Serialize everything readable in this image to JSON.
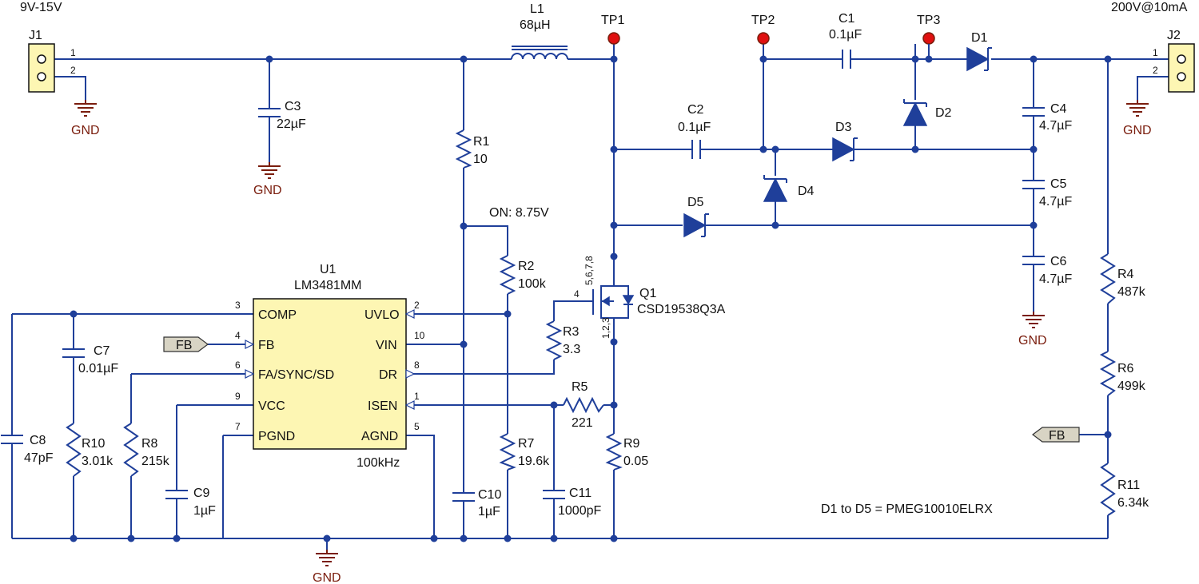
{
  "labels": {
    "vin_range": "9V-15V",
    "vout": "200V@10mA",
    "gnd": "GND",
    "note": "D1 to D5 = PMEG10010ELRX",
    "on_threshold": "ON: 8.75V",
    "freq": "100kHz",
    "fb": "FB"
  },
  "connectors": {
    "j1": {
      "ref": "J1",
      "pins": [
        "1",
        "2"
      ]
    },
    "j2": {
      "ref": "J2",
      "pins": [
        "1",
        "2"
      ]
    }
  },
  "test_points": [
    "TP1",
    "TP2",
    "TP3"
  ],
  "inductor": {
    "ref": "L1",
    "value": "68µH"
  },
  "capacitors": {
    "c1": {
      "ref": "C1",
      "value": "0.1µF"
    },
    "c2": {
      "ref": "C2",
      "value": "0.1µF"
    },
    "c3": {
      "ref": "C3",
      "value": "22µF"
    },
    "c4": {
      "ref": "C4",
      "value": "4.7µF"
    },
    "c5": {
      "ref": "C5",
      "value": "4.7µF"
    },
    "c6": {
      "ref": "C6",
      "value": "4.7µF"
    },
    "c7": {
      "ref": "C7",
      "value": "0.01µF"
    },
    "c8": {
      "ref": "C8",
      "value": "47pF"
    },
    "c9": {
      "ref": "C9",
      "value": "1µF"
    },
    "c10": {
      "ref": "C10",
      "value": "1µF"
    },
    "c11": {
      "ref": "C11",
      "value": "1000pF"
    }
  },
  "resistors": {
    "r1": {
      "ref": "R1",
      "value": "10"
    },
    "r2": {
      "ref": "R2",
      "value": "100k"
    },
    "r3": {
      "ref": "R3",
      "value": "3.3"
    },
    "r4": {
      "ref": "R4",
      "value": "487k"
    },
    "r5": {
      "ref": "R5",
      "value": "221"
    },
    "r6": {
      "ref": "R6",
      "value": "499k"
    },
    "r7": {
      "ref": "R7",
      "value": "19.6k"
    },
    "r8": {
      "ref": "R8",
      "value": "215k"
    },
    "r9": {
      "ref": "R9",
      "value": "0.05"
    },
    "r10": {
      "ref": "R10",
      "value": "3.01k"
    },
    "r11": {
      "ref": "R11",
      "value": "6.34k"
    }
  },
  "diodes": [
    "D1",
    "D2",
    "D3",
    "D4",
    "D5"
  ],
  "mosfet": {
    "ref": "Q1",
    "part": "CSD19538Q3A",
    "pin_drain": "5,6,7,8",
    "pin_gate": "4",
    "pin_source": "1,2,3"
  },
  "ic": {
    "ref": "U1",
    "part": "LM3481MM",
    "left_pins": [
      {
        "num": "3",
        "name": "COMP"
      },
      {
        "num": "4",
        "name": "FB"
      },
      {
        "num": "6",
        "name": "FA/SYNC/SD"
      },
      {
        "num": "9",
        "name": "VCC"
      },
      {
        "num": "7",
        "name": "PGND"
      }
    ],
    "right_pins": [
      {
        "num": "2",
        "name": "UVLO"
      },
      {
        "num": "10",
        "name": "VIN"
      },
      {
        "num": "8",
        "name": "DR"
      },
      {
        "num": "1",
        "name": "ISEN"
      },
      {
        "num": "5",
        "name": "AGND"
      }
    ]
  }
}
